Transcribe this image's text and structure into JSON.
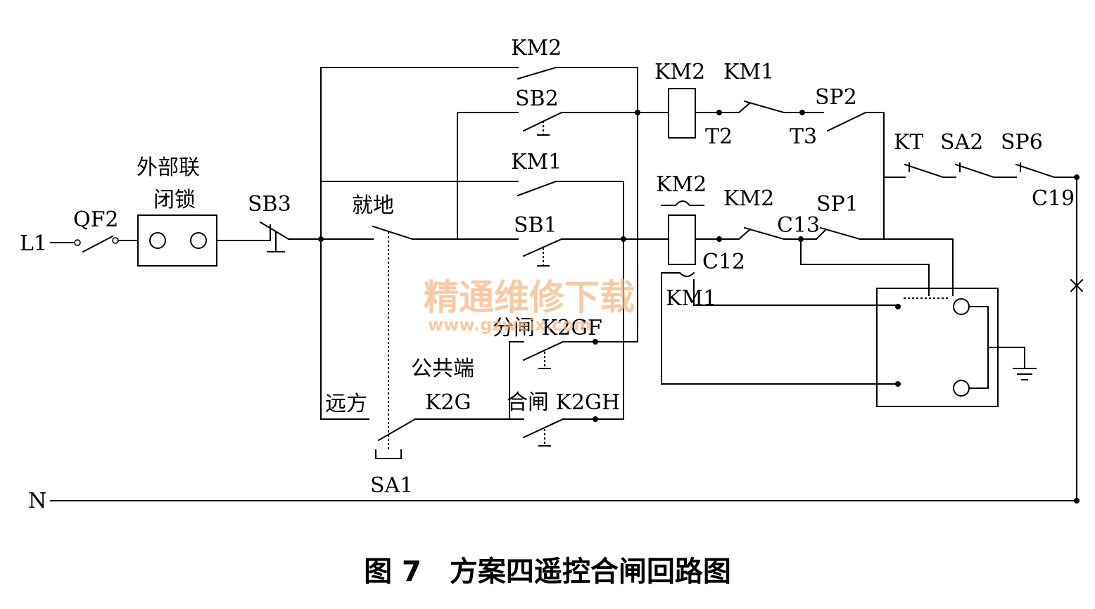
{
  "labels": {
    "L1": "L1",
    "QF2": "QF2",
    "interlock_line1": "外部联",
    "interlock_line2": "闭锁",
    "SB3": "SB3",
    "local": "就地",
    "remote": "远方",
    "KM2_top": "KM2",
    "SB2": "SB2",
    "KM1_mid": "KM1",
    "SB1": "SB1",
    "KM2_coil_top": "KM2",
    "KM1_contact_top": "KM1",
    "T2": "T2",
    "T3": "T3",
    "SP2": "SP2",
    "KT": "KT",
    "SA2": "SA2",
    "SP6": "SP6",
    "C19": "C19",
    "KM2_coil2_top": "KM2",
    "KM2_contact2_top": "KM2",
    "C13": "C13",
    "SP1": "SP1",
    "C12": "C12",
    "KM1_coil2": "KM1",
    "open": "分闸 K2GF",
    "common_line1": "公共端",
    "common_line2": "K2G",
    "close": "合闸 K2GH",
    "SA1": "SA1",
    "N": "N"
  },
  "watermark": {
    "text": "精通维修下载",
    "url": "www.gzweix.com"
  },
  "caption": "图 7　方案四遥控合闸回路图"
}
